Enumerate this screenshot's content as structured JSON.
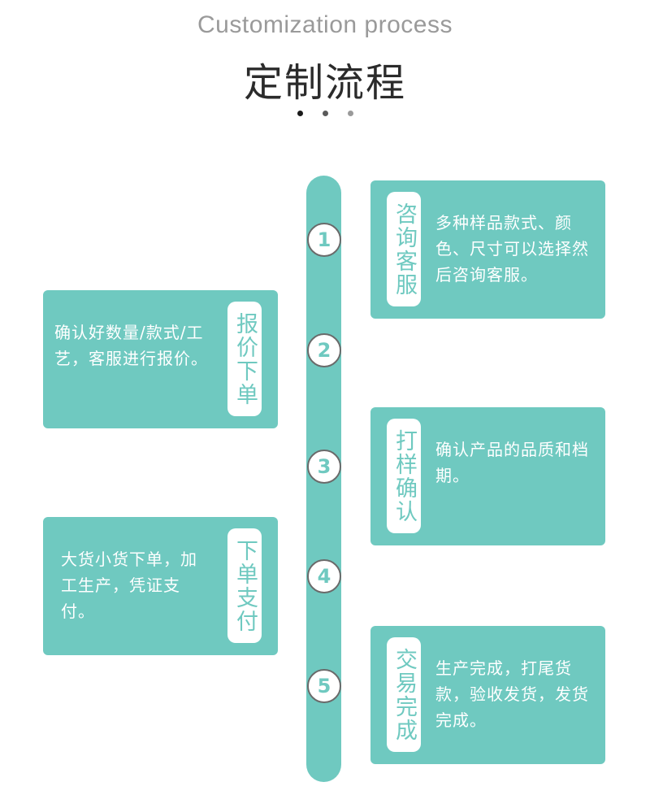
{
  "header": {
    "subtitle": "Customization process",
    "title": "定制流程"
  },
  "colors": {
    "accent": "#6fc9c0",
    "title": "#2b2b2b",
    "subtitle": "#9a9a9a",
    "circle_border": "#6a6a6a"
  },
  "steps": [
    {
      "number": "1",
      "label": "咨询客服",
      "text": "多种样品款式、颜色、尺寸可以选择然后咨询客服。",
      "side": "right"
    },
    {
      "number": "2",
      "label": "报价下单",
      "text": "确认好数量/款式/工艺，客服进行报价。",
      "side": "left"
    },
    {
      "number": "3",
      "label": "打样确认",
      "text": "确认产品的品质和档期。",
      "side": "right"
    },
    {
      "number": "4",
      "label": "下单支付",
      "text": "大货小货下单，加工生产，凭证支付。",
      "side": "left"
    },
    {
      "number": "5",
      "label": "交易完成",
      "text": "生产完成，打尾货款，验收发货，发货完成。",
      "side": "right"
    }
  ]
}
